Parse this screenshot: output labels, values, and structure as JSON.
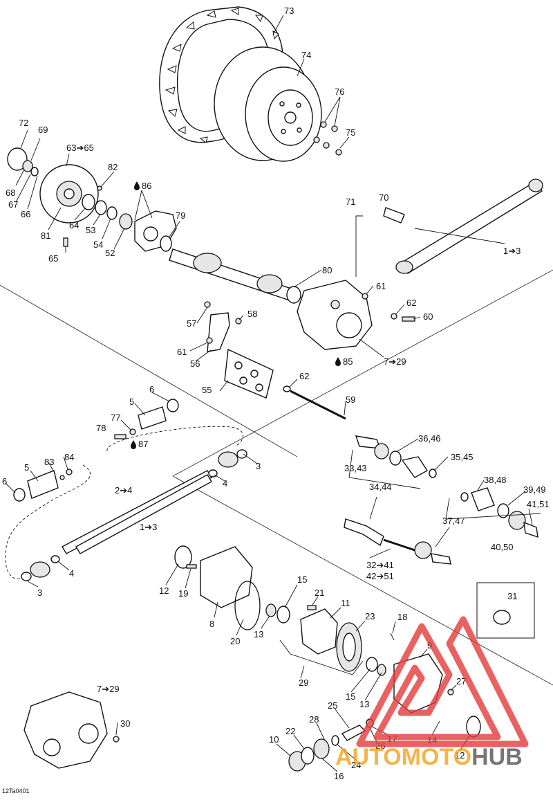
{
  "diagram_code": "12Ta0401",
  "callouts": [
    {
      "id": "c73",
      "text": "73"
    },
    {
      "id": "c74",
      "text": "74"
    },
    {
      "id": "c76",
      "text": "76"
    },
    {
      "id": "c75",
      "text": "75"
    },
    {
      "id": "c72",
      "text": "72"
    },
    {
      "id": "c69",
      "text": "69"
    },
    {
      "id": "c63",
      "text": "63➔65"
    },
    {
      "id": "c82",
      "text": "82"
    },
    {
      "id": "c86",
      "text": "86"
    },
    {
      "id": "c68",
      "text": "68"
    },
    {
      "id": "c67",
      "text": "67"
    },
    {
      "id": "c66",
      "text": "66"
    },
    {
      "id": "c81",
      "text": "81"
    },
    {
      "id": "c64",
      "text": "64"
    },
    {
      "id": "c53",
      "text": "53"
    },
    {
      "id": "c54",
      "text": "54"
    },
    {
      "id": "c52",
      "text": "52"
    },
    {
      "id": "c79",
      "text": "79"
    },
    {
      "id": "c65",
      "text": "65"
    },
    {
      "id": "c71",
      "text": "71"
    },
    {
      "id": "c70",
      "text": "70"
    },
    {
      "id": "c1_3a",
      "text": "1➔3"
    },
    {
      "id": "c80",
      "text": "80"
    },
    {
      "id": "c61a",
      "text": "61"
    },
    {
      "id": "c62a",
      "text": "62"
    },
    {
      "id": "c60",
      "text": "60"
    },
    {
      "id": "c57",
      "text": "57"
    },
    {
      "id": "c58",
      "text": "58"
    },
    {
      "id": "c61b",
      "text": "61"
    },
    {
      "id": "c56",
      "text": "56"
    },
    {
      "id": "c85",
      "text": "85"
    },
    {
      "id": "c7_29a",
      "text": "7➔29"
    },
    {
      "id": "c55",
      "text": "55"
    },
    {
      "id": "c62b",
      "text": "62"
    },
    {
      "id": "c59",
      "text": "59"
    },
    {
      "id": "c6a",
      "text": "6"
    },
    {
      "id": "c5a",
      "text": "5"
    },
    {
      "id": "c77",
      "text": "77"
    },
    {
      "id": "c78",
      "text": "78"
    },
    {
      "id": "c87",
      "text": "87"
    },
    {
      "id": "c3a",
      "text": "3"
    },
    {
      "id": "c4a",
      "text": "4"
    },
    {
      "id": "c5b",
      "text": "5"
    },
    {
      "id": "c83",
      "text": "83"
    },
    {
      "id": "c84",
      "text": "84"
    },
    {
      "id": "c6b",
      "text": "6"
    },
    {
      "id": "c2_4",
      "text": "2➔4"
    },
    {
      "id": "c1_3b",
      "text": "1➔3"
    },
    {
      "id": "c4b",
      "text": "4"
    },
    {
      "id": "c3b",
      "text": "3"
    },
    {
      "id": "c36",
      "text": "36,46"
    },
    {
      "id": "c35",
      "text": "35,45"
    },
    {
      "id": "c33",
      "text": "33,43"
    },
    {
      "id": "c34",
      "text": "34,44"
    },
    {
      "id": "c38",
      "text": "38,48"
    },
    {
      "id": "c39",
      "text": "39,49"
    },
    {
      "id": "c41",
      "text": "41,51"
    },
    {
      "id": "c37",
      "text": "37,47"
    },
    {
      "id": "c40",
      "text": "40,50"
    },
    {
      "id": "c32",
      "text": "32➔41"
    },
    {
      "id": "c42",
      "text": "42➔51"
    },
    {
      "id": "c31",
      "text": "31"
    },
    {
      "id": "c12a",
      "text": "12"
    },
    {
      "id": "c19",
      "text": "19"
    },
    {
      "id": "c8",
      "text": "8"
    },
    {
      "id": "c20",
      "text": "20"
    },
    {
      "id": "c13a",
      "text": "13"
    },
    {
      "id": "c15a",
      "text": "15"
    },
    {
      "id": "c21",
      "text": "21"
    },
    {
      "id": "c11",
      "text": "11"
    },
    {
      "id": "c23",
      "text": "23"
    },
    {
      "id": "c18",
      "text": "18"
    },
    {
      "id": "c9",
      "text": "9"
    },
    {
      "id": "c29",
      "text": "29"
    },
    {
      "id": "c15b",
      "text": "15"
    },
    {
      "id": "c13b",
      "text": "13"
    },
    {
      "id": "c27",
      "text": "27"
    },
    {
      "id": "c7_29b",
      "text": "7➔29"
    },
    {
      "id": "c30",
      "text": "30"
    },
    {
      "id": "c25",
      "text": "25"
    },
    {
      "id": "c28",
      "text": "28"
    },
    {
      "id": "c26",
      "text": "26"
    },
    {
      "id": "c17",
      "text": "17"
    },
    {
      "id": "c14",
      "text": "14"
    },
    {
      "id": "c12b",
      "text": "12"
    },
    {
      "id": "c10",
      "text": "10"
    },
    {
      "id": "c22",
      "text": "22"
    },
    {
      "id": "c24",
      "text": "24"
    },
    {
      "id": "c16",
      "text": "16"
    }
  ],
  "watermark": {
    "brand_part1": "AUTOMOTO",
    "brand_part2": "HUB",
    "color_red": "#e23b3b",
    "color_orange": "#f2a21b",
    "color_gray": "#555555"
  }
}
